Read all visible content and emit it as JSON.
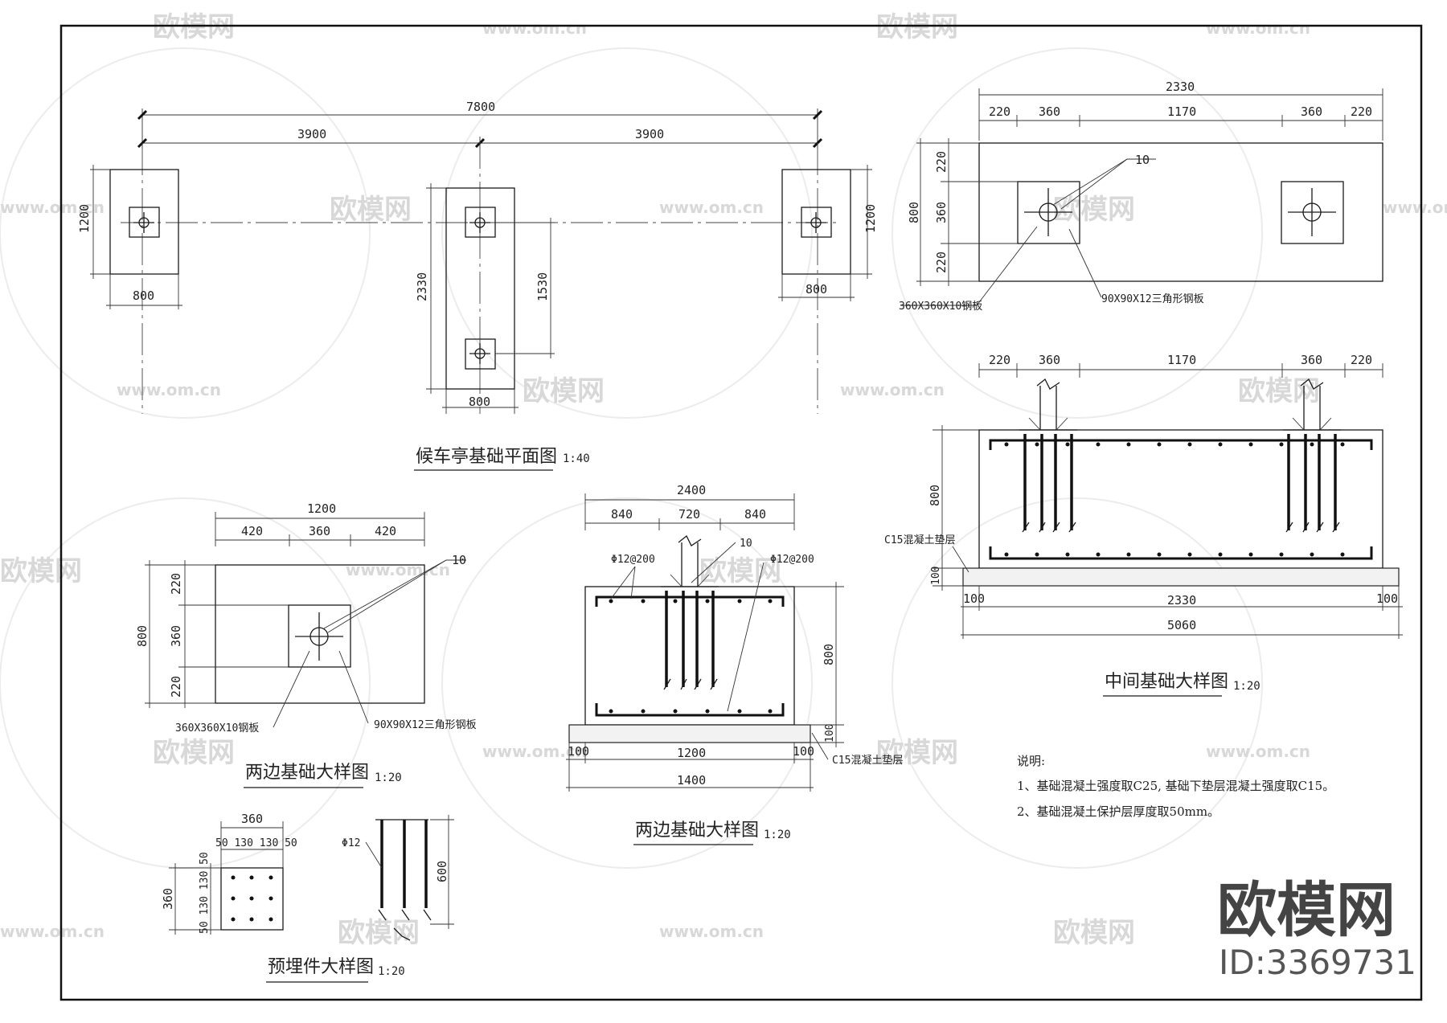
{
  "watermark": {
    "brand": "欧模网",
    "url": "www.om.cn",
    "id": "ID:3369731"
  },
  "plan": {
    "title": "候车亭基础平面图",
    "scale": "1:40",
    "dims": {
      "total": "7800",
      "left_span": "3900",
      "right_span": "3900",
      "left_h": "1200",
      "right_h": "1200",
      "left_w": "800",
      "right_w": "800",
      "mid_h": "2330",
      "mid_w": "800",
      "mid_inner": "1530"
    }
  },
  "mid_plan": {
    "dims": {
      "total": "2330",
      "a": "220",
      "b": "360",
      "c": "1170",
      "d": "360",
      "e": "220",
      "h": "800",
      "h1": "220",
      "h2": "360",
      "h3": "220"
    },
    "label_10": "10",
    "plate_label": "360X360X10钢板",
    "angle_label": "90X90X12三角形钢板"
  },
  "mid_section": {
    "title": "中间基础大样图",
    "scale": "1:20",
    "dims": {
      "a": "220",
      "b": "360",
      "c": "1170",
      "d": "360",
      "e": "220",
      "h": "800",
      "pad": "100",
      "base_l": "100",
      "base_m": "2330",
      "base_r": "100",
      "base_total": "5060"
    },
    "c15_label": "C15混凝土垫层"
  },
  "side_plan": {
    "title": "两边基础大样图",
    "scale": "1:20",
    "dims": {
      "total": "1200",
      "a": "420",
      "b": "360",
      "c": "420",
      "h": "800",
      "h1": "220",
      "h2": "360",
      "h3": "220"
    },
    "label_10": "10",
    "plate_label": "360X360X10钢板",
    "angle_label": "90X90X12三角形钢板"
  },
  "side_section": {
    "title": "两边基础大样图",
    "scale": "1:20",
    "dims": {
      "total": "2400",
      "a": "840",
      "b": "720",
      "c": "840",
      "h": "800",
      "pad": "100",
      "base_l": "100",
      "base_m": "1200",
      "base_r": "100",
      "base_total": "1400"
    },
    "rebar_left": "Φ12@200",
    "rebar_right": "Φ12@200",
    "label_10": "10",
    "c15_label": "C15混凝土垫层"
  },
  "embed": {
    "title": "预埋件大样图",
    "scale": "1:20",
    "dims": {
      "w": "360",
      "w_parts": "50 130 130 50",
      "h": "360",
      "h_parts": "50 130 130 50",
      "bar_len": "600"
    },
    "bar_label": "Φ12"
  },
  "notes": {
    "heading": "说明:",
    "items": [
      "1、基础混凝土强度取C25, 基础下垫层混凝土强度取C15。",
      "2、基础混凝土保护层厚度取50mm。"
    ]
  }
}
